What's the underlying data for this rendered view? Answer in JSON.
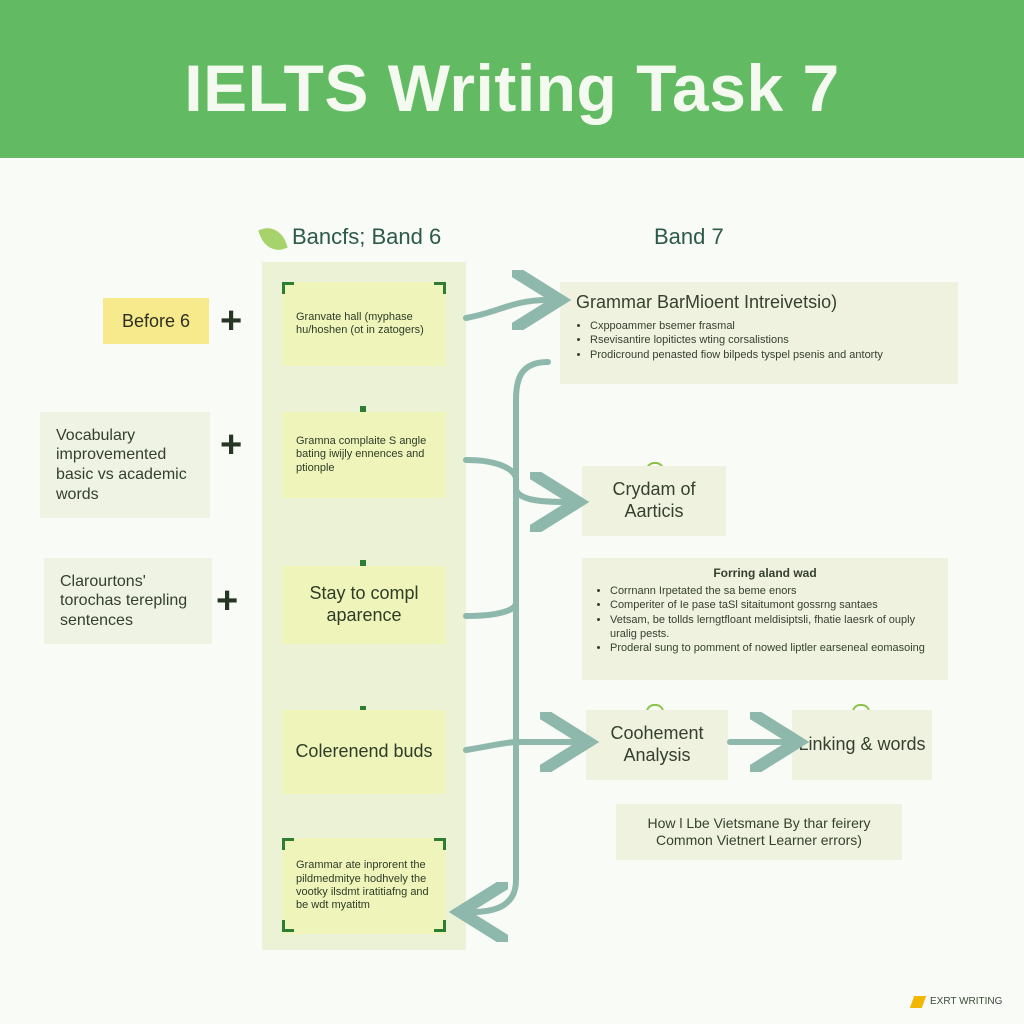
{
  "header": {
    "title": "IELTS Writing Task 7"
  },
  "columns": {
    "band6_head": "Bancfs; Band 6",
    "band7_head": "Band 7"
  },
  "left": {
    "before": "Before 6",
    "vocab": "Vocabulary improvemented basic vs academic words",
    "sentences": "Clarourtons' torochas terepling sentences"
  },
  "plus": "+",
  "center": {
    "card1": "Granvate hall (myphase hu/hoshen (ot in zatogers)",
    "card2": "Gramna complaite S angle bating iwijly ennences and ptionple",
    "card3": "Stay to compl aparence",
    "card4": "Colerenend buds",
    "card5": "Grammar ate inprorent the pildmedmitye hodhvely the vootky ilsdmt iratitiafng and be wdt myatitm"
  },
  "right": {
    "grammar_title": "Grammar BarMioent Intreivetsio)",
    "grammar_items": [
      "Cxppoammer bsemer frasmal",
      "Rsevisantire lopitictes wting corsalistions",
      "Prodicround penasted fiow bilpeds tyspel psenis and antorty"
    ],
    "crydam": "Crydam of Aarticis",
    "forms_title": "Forring aland wad",
    "forms_items": [
      "Corrnann Irpetated the sa beme enors",
      "Comperiter of Ie pase taSl sitaitumont gossrng santaes",
      "Vetsam, be tollds lerngtfloant meldisiptsli, fhatie laesrk of ouply uralig pests.",
      "Proderal sung to pomment of nowed liptler earseneal eomasoing"
    ],
    "coherence": "Coohement Analysis",
    "linking": "Linking & words",
    "vietnamese": "How l Lbe Vietsmane By thar feirery Common Vietnert Learner errors)"
  },
  "footer": {
    "logo_text": "EXRT WRITING"
  },
  "colors": {
    "banner": "#62bb62",
    "yellow_card": "#eef4ba",
    "highlight": "#f7ea8c",
    "arrow": "#8fb8ad",
    "accent_dark": "#2e7d32"
  }
}
